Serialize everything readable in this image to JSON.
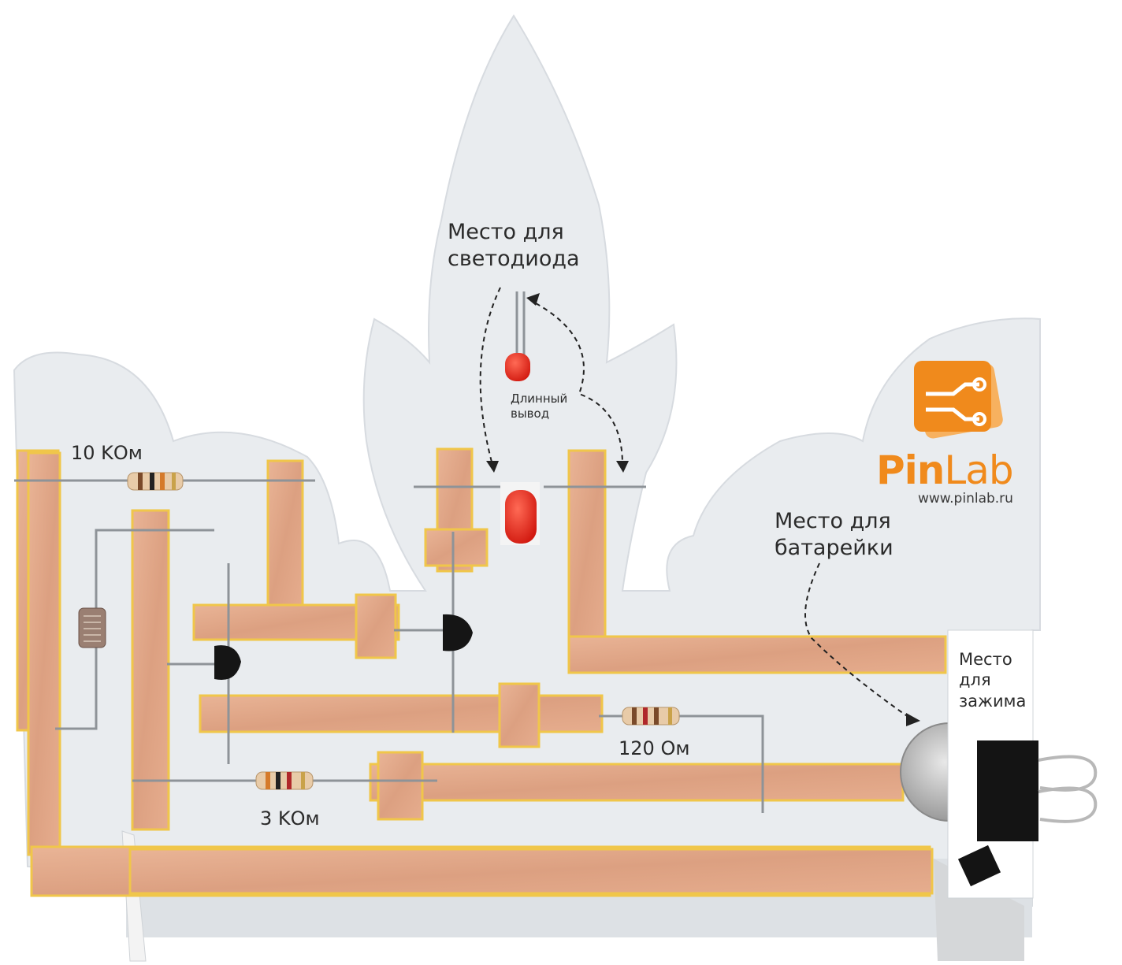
{
  "labels": {
    "led_place": "Место для\nсветодиода",
    "long_lead": "Длинный\nвывод",
    "battery_place": "Место для\nбатарейки",
    "clip_place": "Место\nдля\nзажима",
    "r1": "10 KОм",
    "r2": "120 Ом",
    "r3": "3 KОм"
  },
  "brand": {
    "name_bold": "Pin",
    "name_regular": "Lab",
    "url": "www.pinlab.ru"
  },
  "colors": {
    "copper": "#e3a787",
    "copper_dark": "#c98a6a",
    "board": "#e9ecef",
    "trace_edge": "#f0c64a",
    "brand": "#f08a1c",
    "led": "#e8281e"
  },
  "icons": [
    "pinlab-logo-icon",
    "photoresistor-icon",
    "transistor-icon",
    "resistor-icon",
    "led-icon",
    "coin-battery-icon",
    "binder-clip-icon"
  ]
}
